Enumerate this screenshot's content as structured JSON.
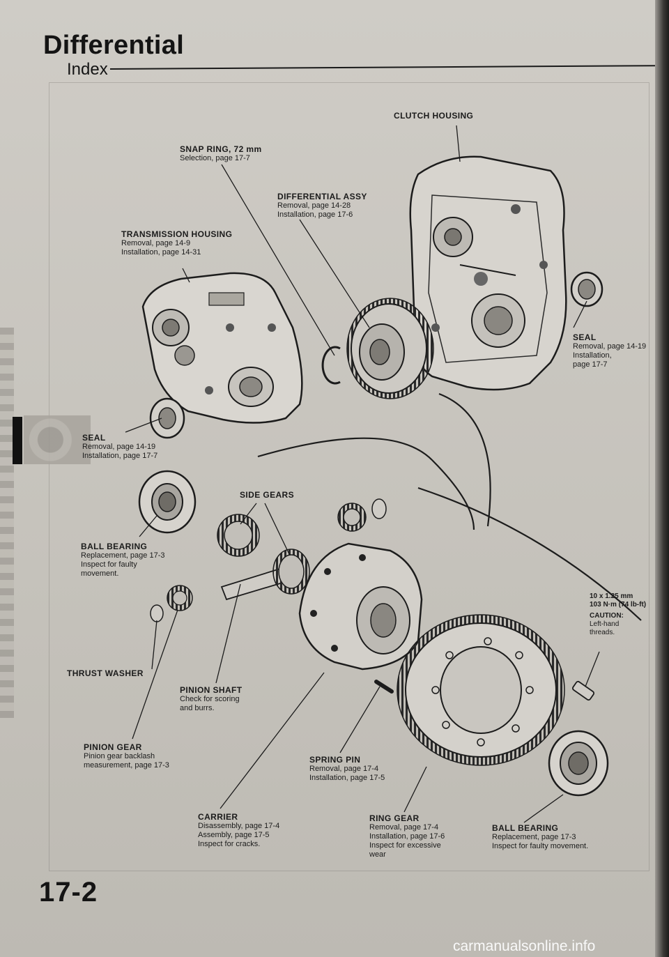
{
  "header": {
    "title": "Differential",
    "subtitle": "Index"
  },
  "labels": {
    "clutch_housing": {
      "name": "CLUTCH HOUSING"
    },
    "snap_ring": {
      "name": "SNAP RING, 72 mm",
      "lines": [
        "Selection, page 17-7"
      ]
    },
    "differential_assy": {
      "name": "DIFFERENTIAL ASSY",
      "lines": [
        "Removal, page 14-28",
        "Installation, page 17-6"
      ]
    },
    "transmission_housing": {
      "name": "TRANSMISSION HOUSING",
      "lines": [
        "Removal, page 14-9",
        "Installation, page 14-31"
      ]
    },
    "seal_right": {
      "name": "SEAL",
      "lines": [
        "Removal, page 14-19",
        "Installation,",
        "page 17-7"
      ]
    },
    "seal_left": {
      "name": "SEAL",
      "lines": [
        "Removal, page 14-19",
        "Installation, page 17-7"
      ]
    },
    "side_gears": {
      "name": "SIDE GEARS"
    },
    "ball_bearing_left": {
      "name": "BALL BEARING",
      "lines": [
        "Replacement, page 17-3",
        "Inspect for faulty",
        "movement."
      ]
    },
    "bolt_spec": {
      "lines": [
        "10 x 1.25 mm",
        "103 N·m (74 lb-ft)"
      ],
      "caution_title": "CAUTION:",
      "caution_lines": [
        "Left-hand",
        "threads."
      ]
    },
    "thrust_washer": {
      "name": "THRUST WASHER"
    },
    "pinion_shaft": {
      "name": "PINION SHAFT",
      "lines": [
        "Check for scoring",
        "and burrs."
      ]
    },
    "pinion_gear": {
      "name": "PINION GEAR",
      "lines": [
        "Pinion gear backlash",
        "measurement, page 17-3"
      ]
    },
    "spring_pin": {
      "name": "SPRING PIN",
      "lines": [
        "Removal, page 17-4",
        "Installation, page 17-5"
      ]
    },
    "carrier": {
      "name": "CARRIER",
      "lines": [
        "Disassembly, page 17-4",
        "Assembly, page 17-5",
        "Inspect for cracks."
      ]
    },
    "ring_gear": {
      "name": "RING GEAR",
      "lines": [
        "Removal, page 17-4",
        "Installation, page 17-6",
        "Inspect for excessive",
        "wear"
      ]
    },
    "ball_bearing_right": {
      "name": "BALL BEARING",
      "lines": [
        "Replacement, page 17-3",
        "Inspect for faulty movement."
      ]
    }
  },
  "footer": {
    "page_number": "17-2",
    "watermark": "carmanualsonline.info"
  }
}
